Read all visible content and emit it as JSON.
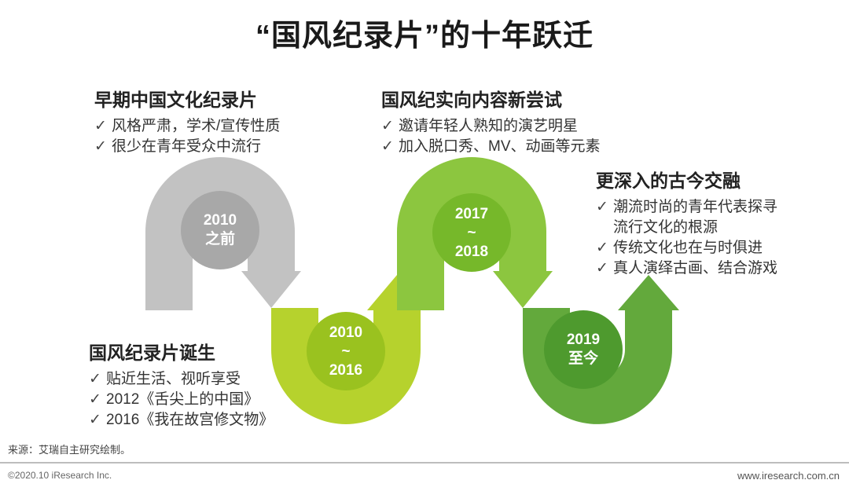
{
  "title": "“国风纪录片”的十年跃迁",
  "colors": {
    "gray": "#c2c2c2",
    "gray_circle": "#a8a8a8",
    "lime": "#b6d22d",
    "lime_circle": "#9ac21f",
    "green_light": "#8cc63f",
    "green_light_circle": "#76b82a",
    "green": "#63a93c",
    "green_circle": "#4e9a2e"
  },
  "stages": [
    {
      "period": "2010\n之前",
      "heading": "早期中国文化纪录片",
      "bullets": [
        "风格严肃，学术/宣传性质",
        "很少在青年受众中流行"
      ]
    },
    {
      "period": "2010\n~\n2016",
      "heading": "国风纪录片诞生",
      "bullets": [
        "贴近生活、视听享受",
        "2012《舌尖上的中国》",
        "2016《我在故宫修文物》"
      ]
    },
    {
      "period": "2017\n~\n2018",
      "heading": "国风纪实向内容新尝试",
      "bullets": [
        "邀请年轻人熟知的演艺明星",
        "加入脱口秀、MV、动画等元素"
      ]
    },
    {
      "period": "2019\n至今",
      "heading": "更深入的古今交融",
      "bullets": [
        "潮流时尚的青年代表探寻",
        "流行文化的根源",
        "传统文化也在与时俱进",
        "真人演绎古画、结合游戏"
      ]
    }
  ],
  "check_mark": "✓",
  "footer": {
    "source": "来源：艾瑞自主研究绘制。",
    "copyright": "©2020.10 iResearch Inc.",
    "website": "www.iresearch.com.cn"
  }
}
